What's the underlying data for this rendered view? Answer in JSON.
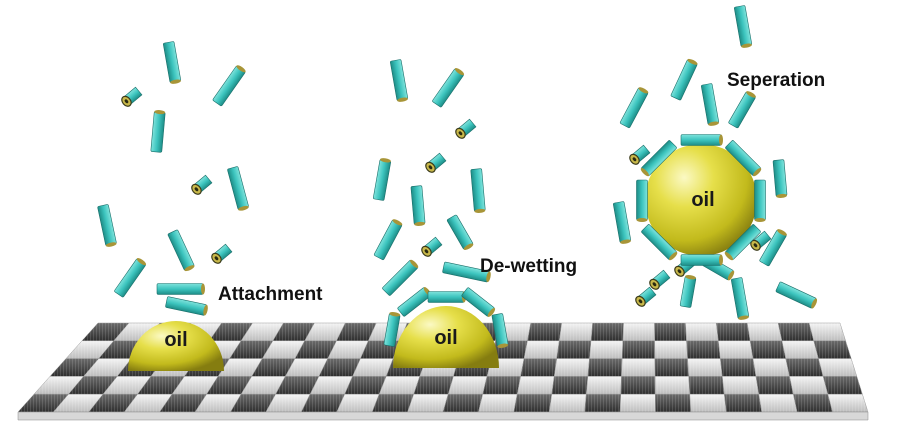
{
  "labels": {
    "attachment": "Attachment",
    "dewetting": "De-wetting",
    "separation": "Seperation"
  },
  "droplets": {
    "left": "oil",
    "middle": "oil",
    "right": "oil"
  },
  "colors": {
    "rod_body": "#3cc4be",
    "rod_end": "#9a8a2c",
    "oil_light": "#f4f086",
    "oil_mid": "#c9c120",
    "oil_dark": "#8a8214",
    "mesh_light": "#e6e6e6",
    "mesh_dark": "#4a4a4a"
  }
}
